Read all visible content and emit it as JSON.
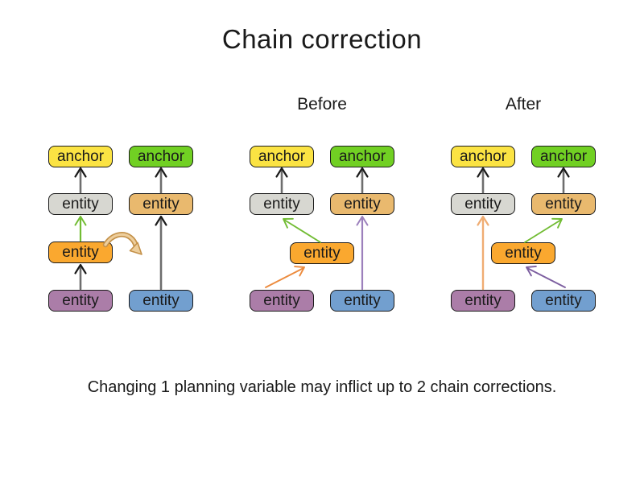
{
  "title": "Chain correction",
  "labels": {
    "before": "Before",
    "after": "After"
  },
  "caption": "Changing 1 planning variable may inflict up to 2 chain corrections.",
  "node_labels": {
    "anchor": "anchor",
    "entity": "entity"
  },
  "colors": {
    "anchor_yellow": "#FBE343",
    "anchor_green": "#71D023",
    "entity_gray": "#D7D7D1",
    "entity_tan": "#E9B96E",
    "entity_orange": "#FAA82F",
    "entity_purple": "#AB7DA8",
    "entity_blue": "#729FCF",
    "arrow_gray": "#6E6E6E",
    "arrowhead_dark": "#1A1A1A",
    "arrow_green": "#72BC34",
    "arrow_orange": "#EC8B3E",
    "arrow_sandy": "#EFAC72",
    "arrow_purple_light": "#9C80BC",
    "arrow_purple_dark": "#7D5FA0",
    "move_arrow_fill": "#EDCE9C",
    "move_arrow_outline": "#C49149"
  },
  "structure": {
    "groups": [
      {
        "id": "initial",
        "label": "",
        "columns": [
          [
            "anchor-yellow",
            "entity-gray",
            "entity-orange",
            "entity-purple"
          ],
          [
            "anchor-green",
            "entity-tan",
            "entity-blue"
          ]
        ],
        "edges": [
          {
            "from": "entity-gray",
            "to": "anchor-yellow",
            "color": "gray"
          },
          {
            "from": "entity-orange",
            "to": "entity-gray",
            "color": "green"
          },
          {
            "from": "entity-purple",
            "to": "entity-orange",
            "color": "gray"
          },
          {
            "from": "entity-tan",
            "to": "anchor-green",
            "color": "gray"
          },
          {
            "from": "entity-blue",
            "to": "entity-tan",
            "color": "gray"
          },
          {
            "type": "move-hint-curved-arrow",
            "from": "entity-orange",
            "toward": "second-column"
          }
        ]
      },
      {
        "id": "before",
        "label": "Before",
        "columns": [
          [
            "anchor-yellow",
            "entity-gray",
            "entity-purple"
          ],
          [
            "anchor-green",
            "entity-tan",
            "entity-blue"
          ]
        ],
        "middle_node": "entity-orange",
        "edges": [
          {
            "from": "entity-gray",
            "to": "anchor-yellow",
            "color": "gray"
          },
          {
            "from": "entity-tan",
            "to": "anchor-green",
            "color": "gray"
          },
          {
            "from": "entity-orange",
            "to": "entity-gray",
            "color": "green"
          },
          {
            "from": "entity-purple",
            "to": "entity-orange",
            "color": "orange"
          },
          {
            "from": "entity-blue",
            "to": "entity-tan",
            "color": "purple-light"
          }
        ]
      },
      {
        "id": "after",
        "label": "After",
        "columns": [
          [
            "anchor-yellow",
            "entity-gray",
            "entity-purple"
          ],
          [
            "anchor-green",
            "entity-tan",
            "entity-blue"
          ]
        ],
        "middle_node": "entity-orange",
        "edges": [
          {
            "from": "entity-gray",
            "to": "anchor-yellow",
            "color": "gray"
          },
          {
            "from": "entity-tan",
            "to": "anchor-green",
            "color": "gray"
          },
          {
            "from": "entity-purple",
            "to": "entity-gray",
            "color": "sandy"
          },
          {
            "from": "entity-orange",
            "to": "entity-tan",
            "color": "green"
          },
          {
            "from": "entity-blue",
            "to": "entity-orange",
            "color": "purple-dark"
          }
        ]
      }
    ]
  }
}
